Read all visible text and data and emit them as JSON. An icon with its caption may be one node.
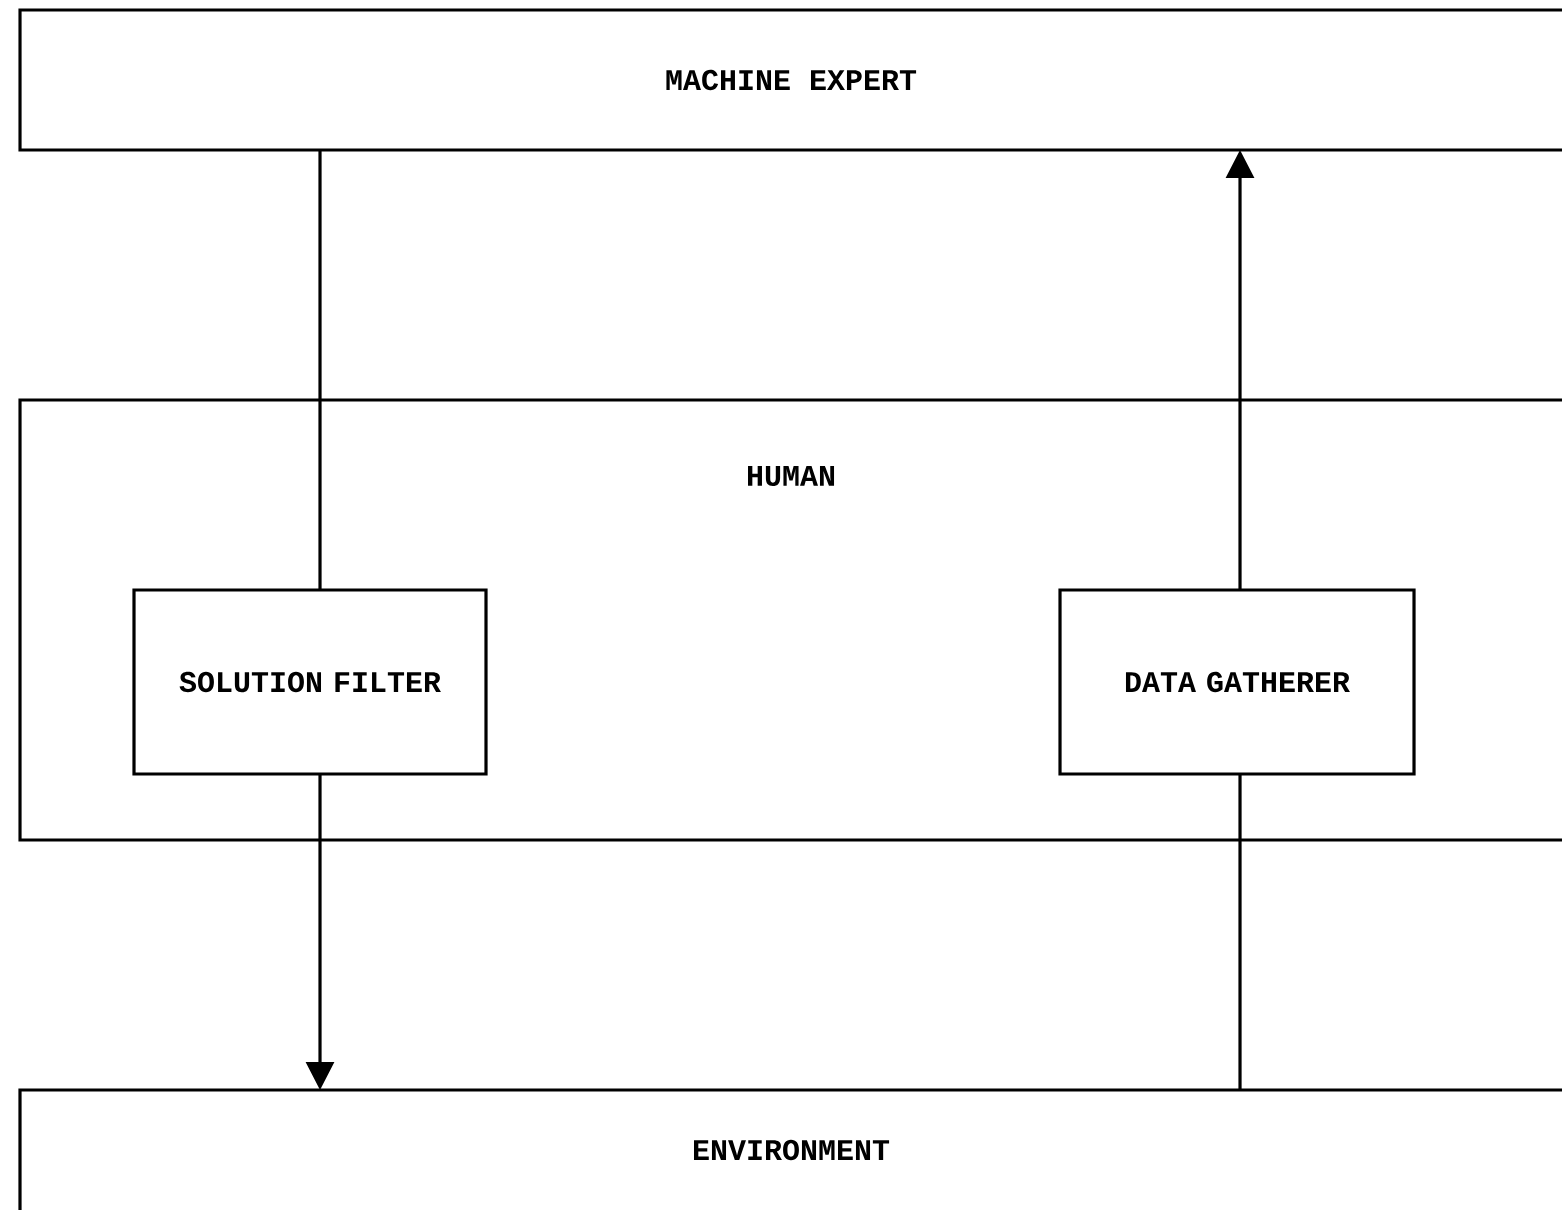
{
  "diagram": {
    "nodes": [
      {
        "text": [
          "MACHINE EXPERT"
        ]
      },
      {
        "text": [
          "HUMAN"
        ]
      },
      {
        "text": [
          "SOLUTION FILTER"
        ],
        "in": 1
      },
      {
        "text": [
          "DATA GATHERER"
        ],
        "in": 1
      },
      {
        "text": [
          "ENVIRONMENT"
        ]
      }
    ],
    "edges": [
      {
        "from": 0,
        "to": 2,
        "arrow": "none"
      },
      {
        "from": 2,
        "to": 4,
        "arrow": "to"
      },
      {
        "from": 4,
        "to": 3,
        "arrow": "none"
      },
      {
        "from": 3,
        "to": 0,
        "arrow": "to"
      }
    ]
  }
}
